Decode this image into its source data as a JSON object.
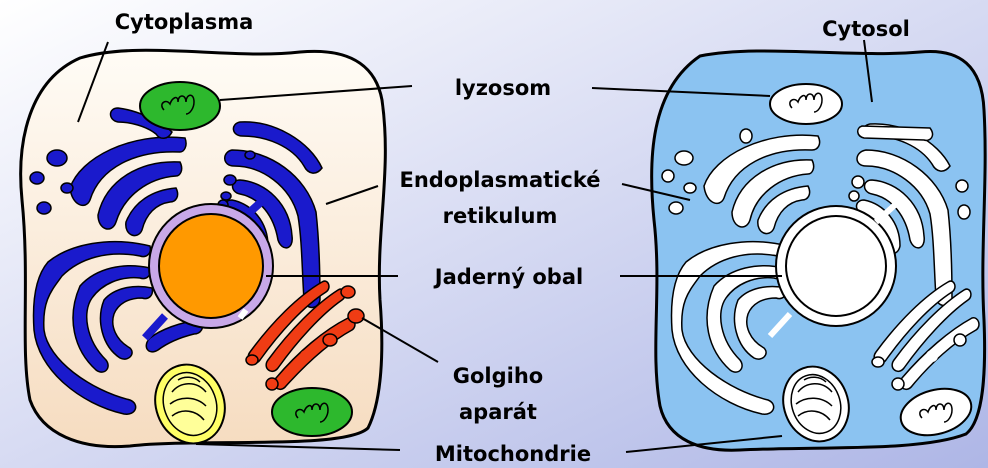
{
  "labels": {
    "cytoplasma": "Cytoplasma",
    "cytosol": "Cytosol",
    "lyzosom": "lyzosom",
    "er_line1": "Endoplasmatické",
    "er_line2": "retikulum",
    "jaderny_obal": "Jaderný obal",
    "golgi_line1": "Golgiho",
    "golgi_line2": "aparát",
    "mitochondrie": "Mitochondrie"
  },
  "colors": {
    "background_left": "#FFFFFF",
    "background_right": "#AEB6E6",
    "cytoplasm_top": "#FFFCF6",
    "cytoplasm_bottom": "#F6DCC0",
    "cytosol": "#8BC3F1",
    "er_blue": "#1A1ACC",
    "golgi_red": "#F03C14",
    "nucleus_orange": "#FF9900",
    "nuclear_envelope": "#C8A8E8",
    "lysosome_green": "#2DB82D",
    "mitochondrion_yellow": "#FFFF66",
    "outline": "#000000"
  }
}
